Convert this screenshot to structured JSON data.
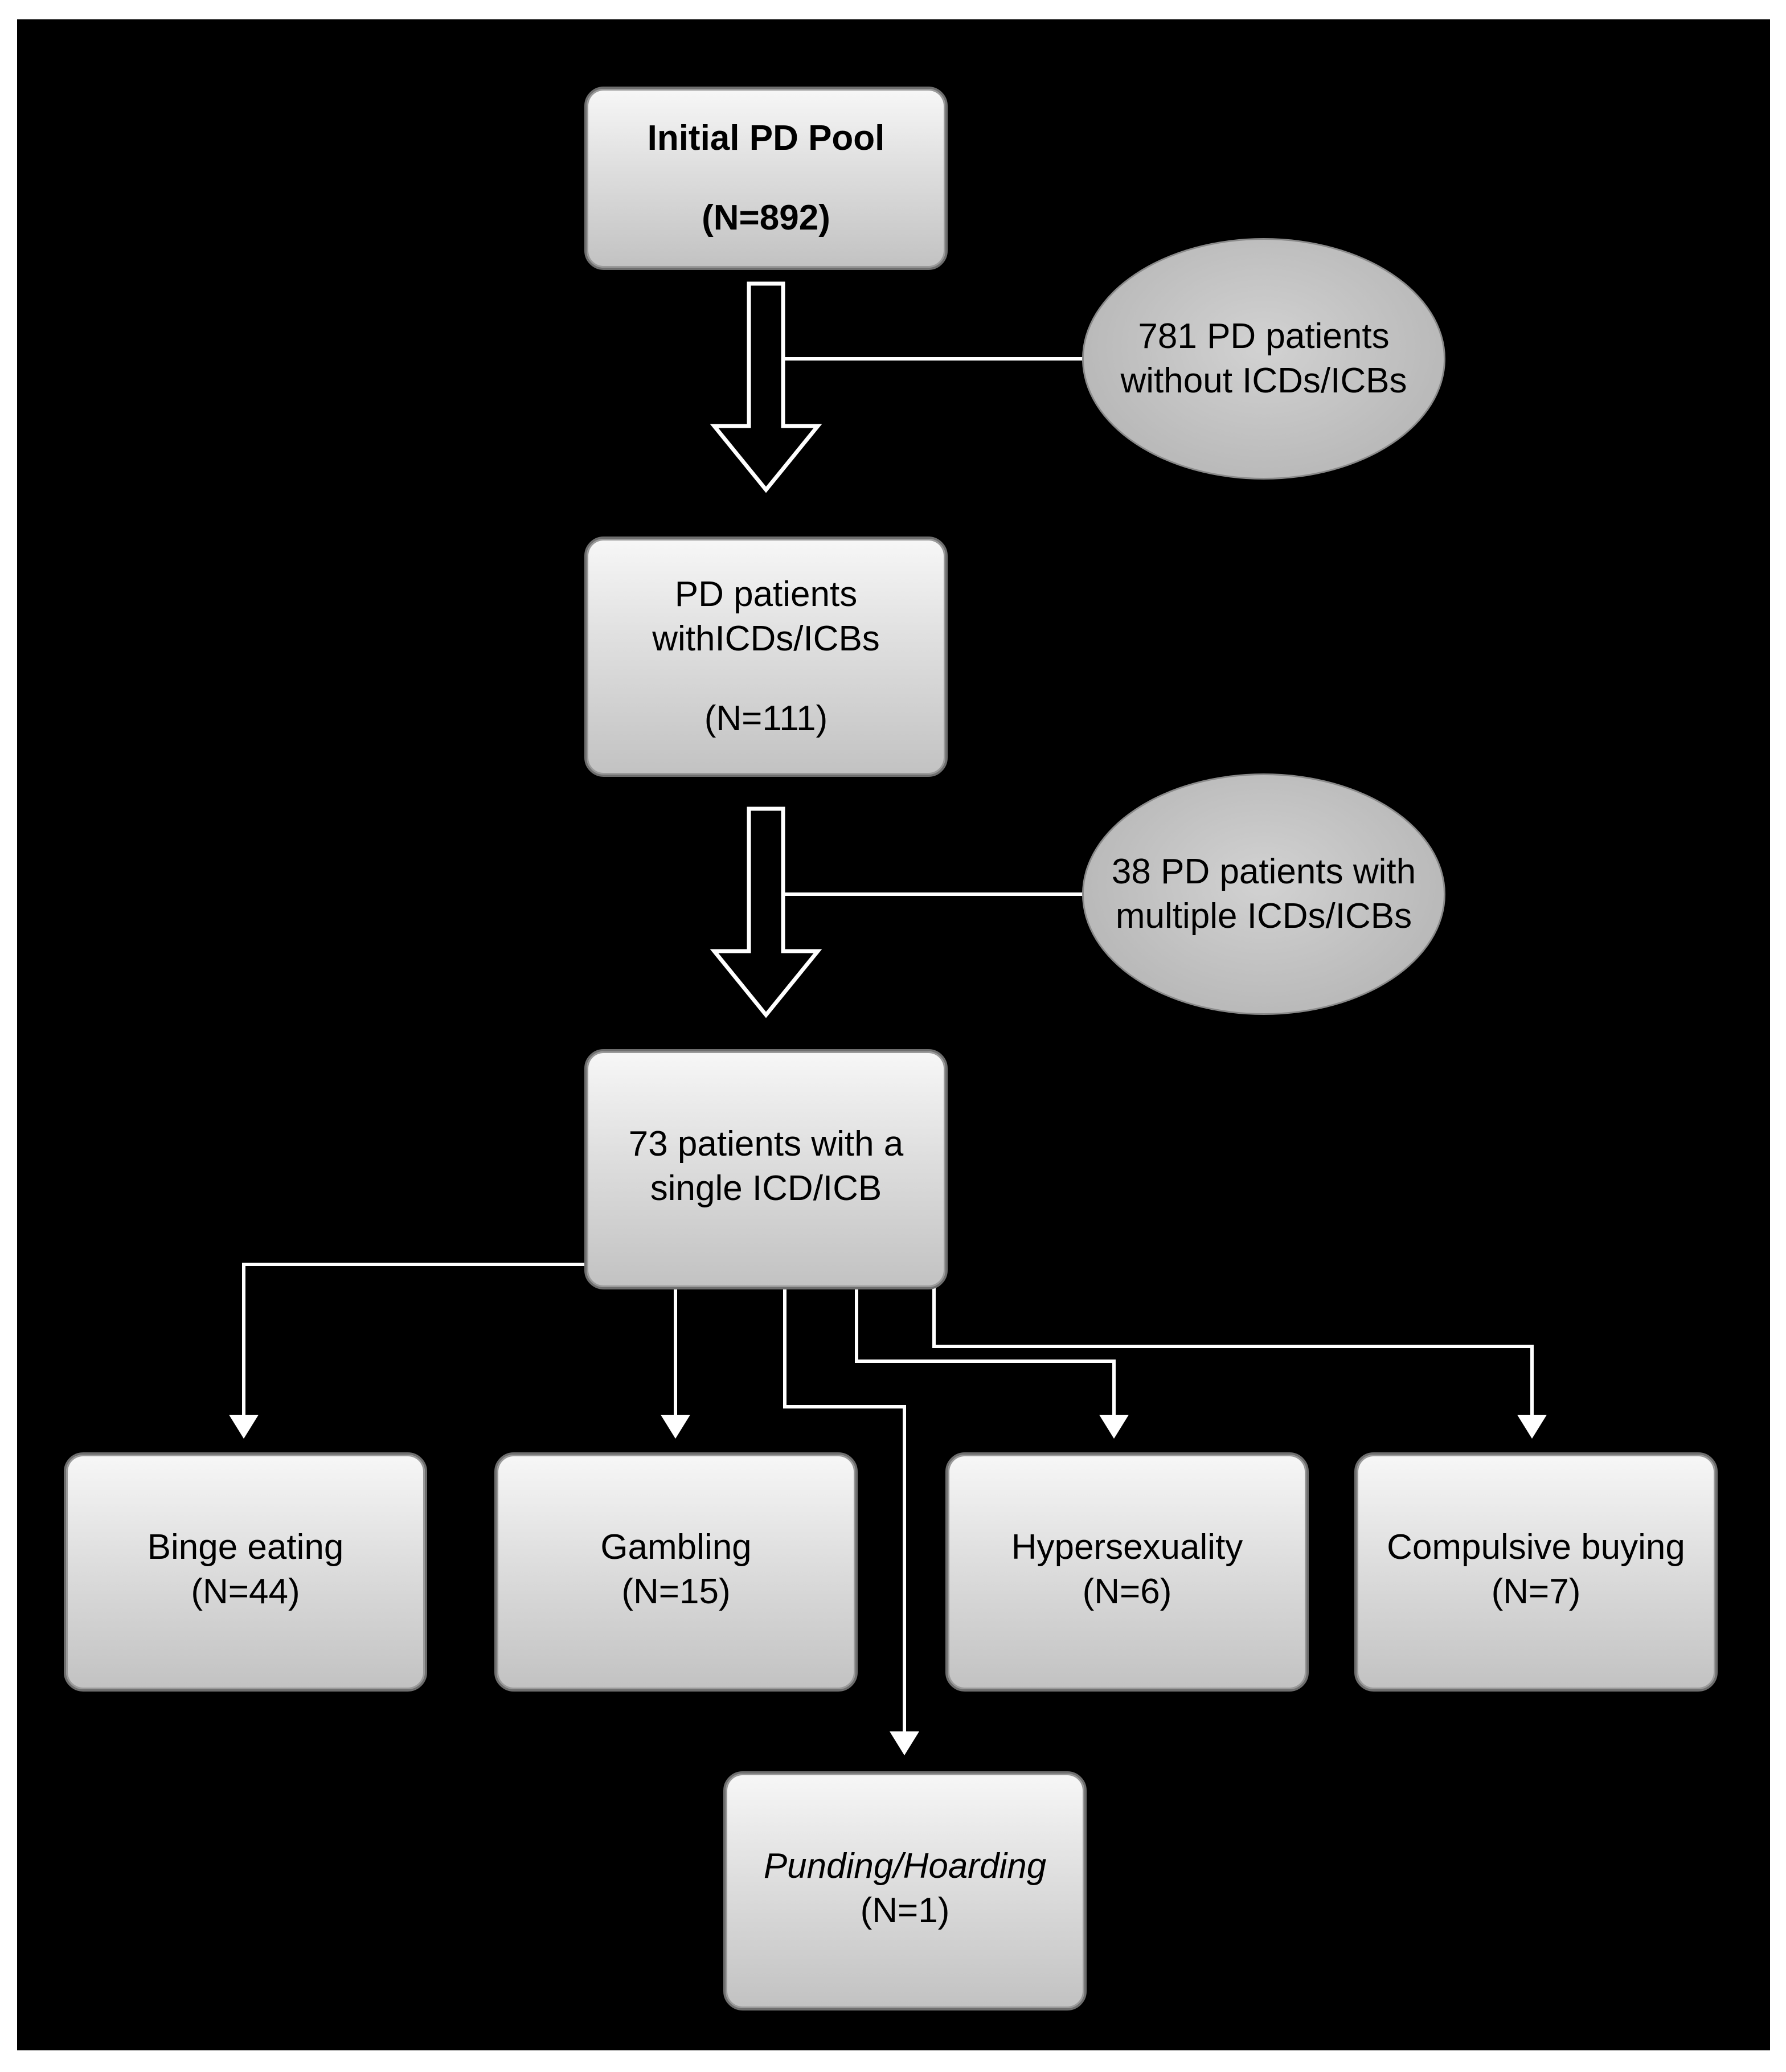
{
  "nodes": {
    "initial_pool": {
      "line1": "Initial PD Pool",
      "line2": "(N=892)"
    },
    "with_icd": {
      "line1": "PD patients",
      "line2": "withICDs/ICBs",
      "line3": "(N=111)"
    },
    "single_icd": {
      "line1": "73 patients with a",
      "line2": "single ICD/ICB"
    },
    "binge": {
      "line1": "Binge eating",
      "line2": "(N=44)"
    },
    "gambling": {
      "line1": "Gambling",
      "line2": "(N=15)"
    },
    "hypersexuality": {
      "line1": "Hypersexuality",
      "line2": "(N=6)"
    },
    "compulsive": {
      "line1": "Compulsive buying",
      "line2": "(N=7)"
    },
    "punding": {
      "line1": "Punding/Hoarding",
      "line2": "(N=1)"
    }
  },
  "exclusions": {
    "without_icd": {
      "line1": "781 PD patients",
      "line2": "without ICDs/ICBs"
    },
    "multiple_icd": {
      "line1": "38 PD patients with",
      "line2": "multiple ICDs/ICBs"
    }
  },
  "colors": {
    "background": "#000000",
    "connector": "#ffffff",
    "box_fill": "#d9d9d9",
    "oval_fill": "#bdbdbd"
  }
}
